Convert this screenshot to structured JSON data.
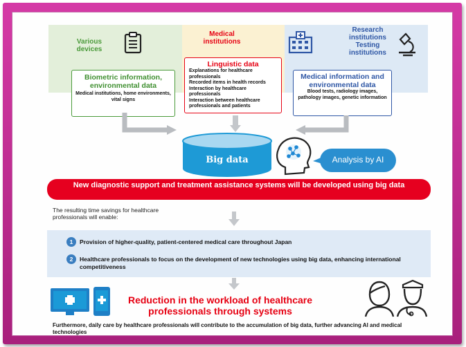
{
  "sources": {
    "devices": "Various devices",
    "medical": "Medical institutions",
    "research": "Research institutions Testing institutions"
  },
  "boxes": {
    "biometric": {
      "title": "Biometric information, environmental data",
      "body": "Medical institutions, home environments, vital signs"
    },
    "linguistic": {
      "title": "Linguistic data",
      "items": [
        "Explanations for healthcare professionals",
        "Recorded items in health records",
        "Interaction by healthcare professionals",
        "Interaction between healthcare professionals and patients"
      ]
    },
    "medical_info": {
      "title": "Medical information and environmental data",
      "body": "Blood tests, radiology images, pathology images, genetic information"
    }
  },
  "big_data_label": "Big data",
  "analysis_label": "Analysis by AI",
  "banner": "New diagnostic support and treatment assistance systems will be developed using big data",
  "savings_text": "The resulting time savings for healthcare professionals will enable:",
  "benefits": [
    {
      "num": "1",
      "text": "Provision of higher-quality, patient-centered medical care throughout Japan"
    },
    {
      "num": "2",
      "text": "Healthcare professionals to focus on the development of new technologies using big data, enhancing international competitiveness"
    }
  ],
  "reduction": "Reduction in the workload of healthcare professionals through systems",
  "footer": "Furthermore, daily care by healthcare professionals will contribute to the accumulation of big data, further advancing AI and medical technologies",
  "colors": {
    "frame": "#c22f93",
    "green": "#4a9a3a",
    "red": "#e60012",
    "blue": "#2f57a5",
    "cylinder": "#1e9ad6",
    "analysis": "#2a8fd0"
  }
}
